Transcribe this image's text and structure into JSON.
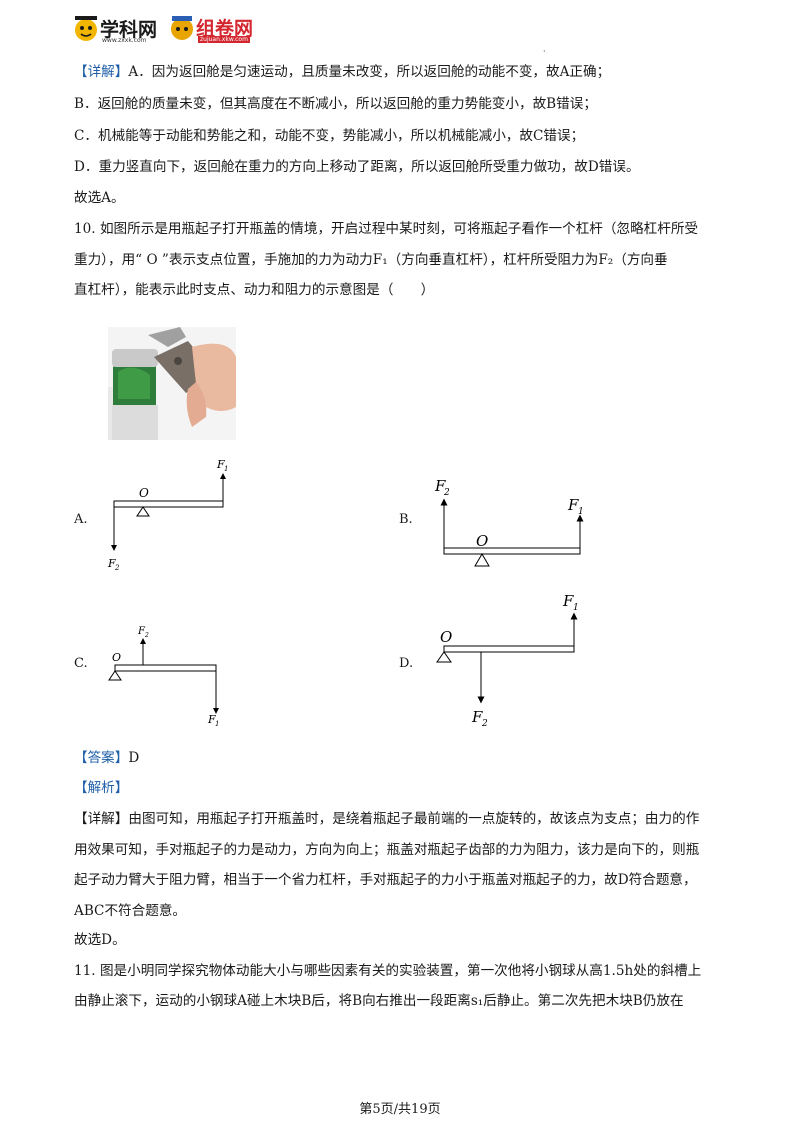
{
  "header": {
    "logo1_text": "学科网",
    "logo1_url": "www.zxxk.com",
    "logo2_text": "组卷网",
    "logo2_url": "zujuan.xkw.com"
  },
  "q9_detail": {
    "tag": "【详解】",
    "lineA": "A．因为返回舱是匀速运动，且质量未改变，所以返回舱的动能不变，故A正确；",
    "lineB": "B．返回舱的质量未变，但其高度在不断减小，所以返回舱的重力势能变小，故B错误；",
    "lineC": "C．机械能等于动能和势能之和，动能不变，势能减小，所以机械能减小，故C错误；",
    "lineD": "D．重力竖直向下，返回舱在重力的方向上移动了距离，所以返回舱所受重力做功，故D错误。",
    "choice": "故选A。"
  },
  "q10": {
    "line1": "10. 如图所示是用瓶起子打开瓶盖的情境，开启过程中某时刻，可将瓶起子看作一个杠杆（忽略杠杆所受",
    "line2": "重力），用“ O ”表示支点位置，手施加的力为动力F₁（方向垂直杠杆），杠杆所受阻力为F₂（方向垂",
    "line3": "直杠杆），能表示此时支点、动力和阻力的示意图是（　　）",
    "options": {
      "A": "A.",
      "B": "B.",
      "C": "C.",
      "D": "D."
    },
    "symbols": {
      "O": "O",
      "F1": "F",
      "F1_sub": "1",
      "F2": "F",
      "F2_sub": "2"
    },
    "answer_tag": "【答案】",
    "answer_value": "D",
    "analysis_tag": "【解析】",
    "detail_tag": "【详解】",
    "detail_l1": "由图可知，用瓶起子打开瓶盖时，是绕着瓶起子最前端的一点旋转的，故该点为支点；由力的作",
    "detail_l2": "用效果可知，手对瓶起子的力是动力，方向为向上；瓶盖对瓶起子齿部的力为阻力，该力是向下的，则瓶",
    "detail_l3": "起子动力臂大于阻力臂，相当于一个省力杠杆，手对瓶起子的力小于瓶盖对瓶起子的力，故D符合题意，",
    "detail_l4": "ABC不符合题意。",
    "choice": "故选D。"
  },
  "q11": {
    "line1": "11. 图是小明同学探究物体动能大小与哪些因素有关的实验装置，第一次他将小钢球从高1.5h处的斜槽上",
    "line2": "由静止滚下，运动的小钢球A碰上木块B后，将B向右推出一段距离s₁后静止。第二次先把木块B仍放在"
  },
  "footer": {
    "page": "第5页/共19页"
  }
}
